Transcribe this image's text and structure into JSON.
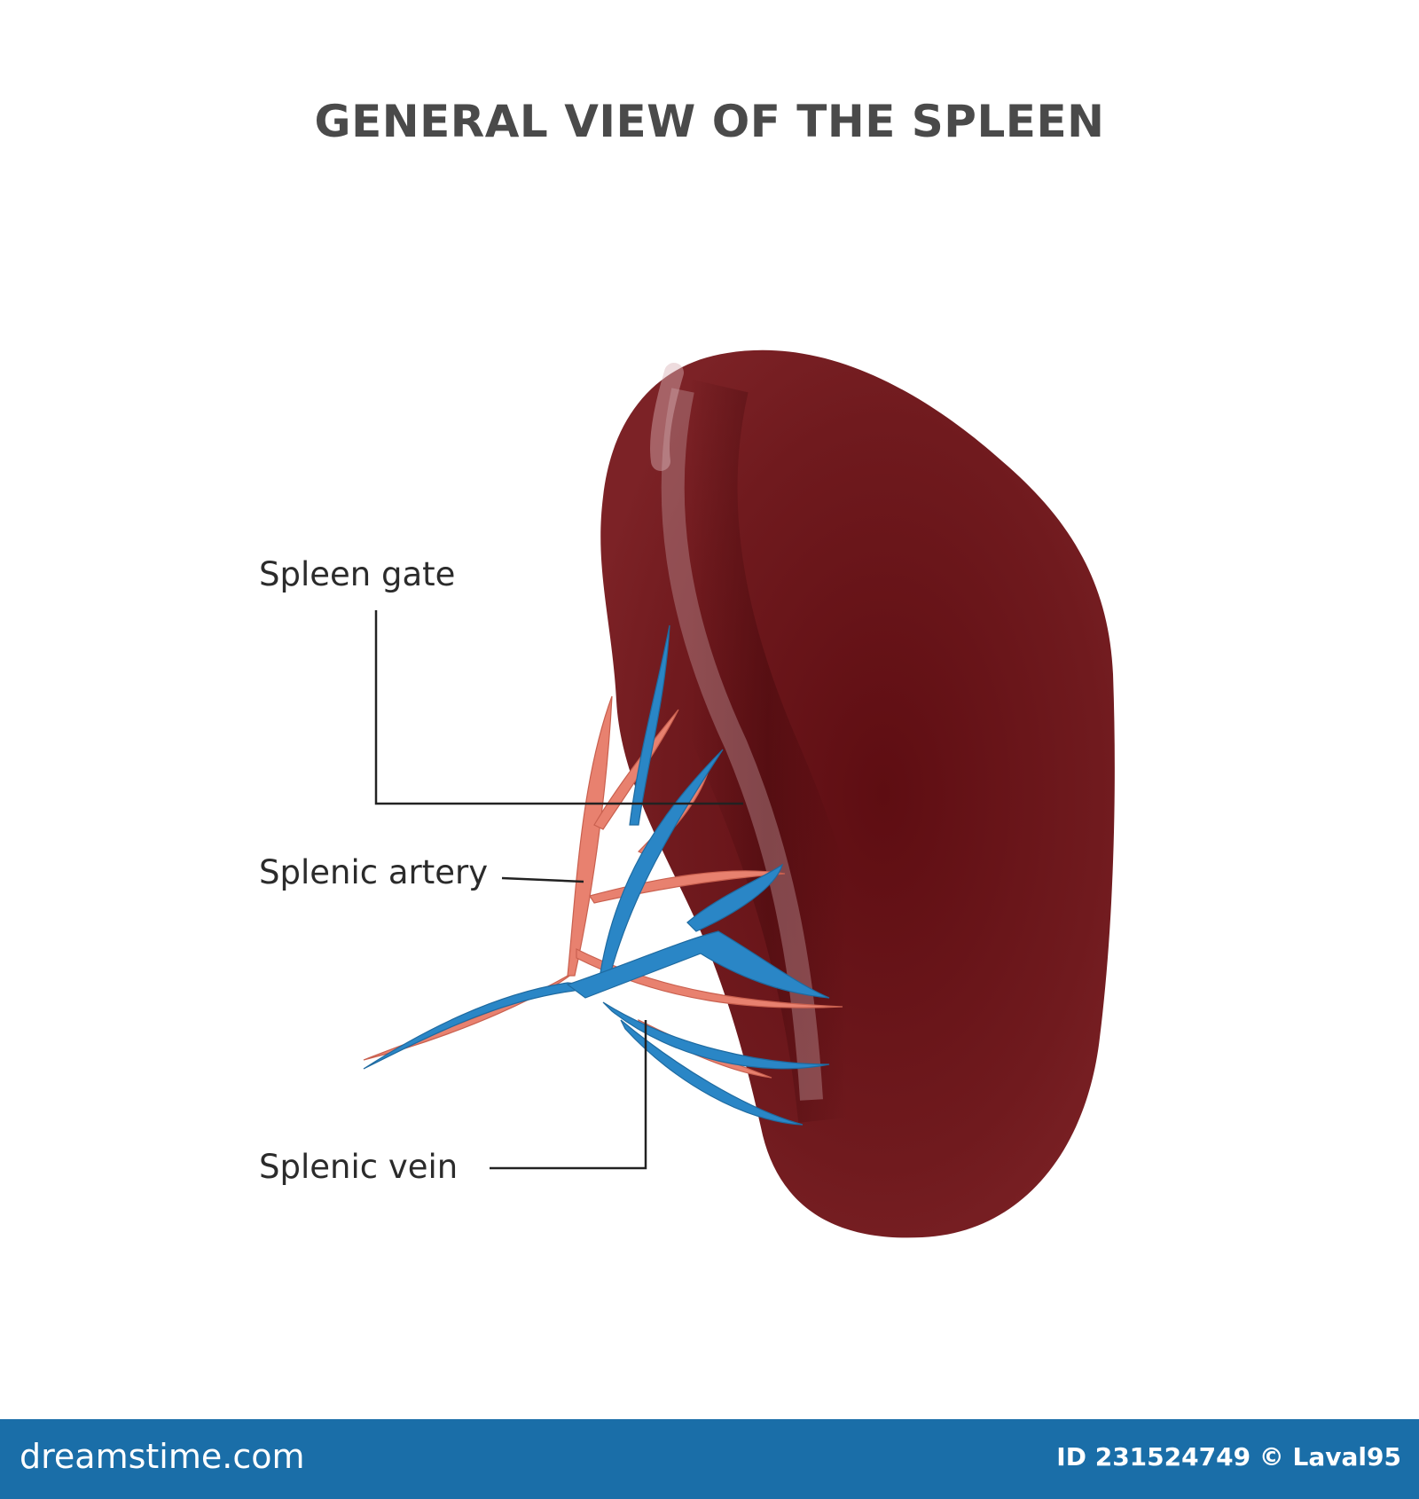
{
  "title": "GENERAL VIEW OF THE SPLEEN",
  "labels": {
    "spleen_gate": "Spleen gate",
    "splenic_artery": "Splenic artery",
    "splenic_vein": "Splenic vein"
  },
  "colors": {
    "spleen": "#6b1419",
    "artery": "#e8816f",
    "vein": "#2a86c6",
    "footer": "#1a6ea8",
    "title": "#4a4a4a"
  },
  "footer": {
    "brand": "dreamstime.com",
    "credit": "ID 231524749 © Laval95"
  }
}
